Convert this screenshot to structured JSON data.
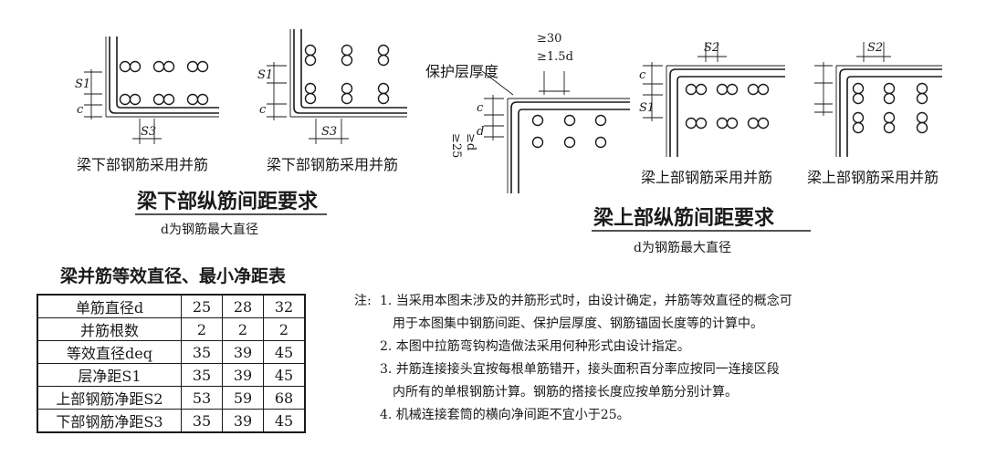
{
  "figure_lower": {
    "caption_left": "梁下部钢筋采用并筋",
    "caption_right": "梁下部钢筋采用并筋",
    "title": "梁下部纵筋间距要求",
    "subtitle": "d为钢筋最大直径",
    "dims": {
      "s1": "S1",
      "c": "c",
      "s3": "S3"
    }
  },
  "figure_upper": {
    "cover_label": "保护层厚度",
    "dim_top_1": "≥30",
    "dim_top_2": "≥1.5d",
    "dim_side_1": "≥25",
    "dim_side_2": "≥d",
    "caption_left": "梁上部钢筋采用并筋",
    "caption_right": "梁上部钢筋采用并筋",
    "title": "梁上部纵筋间距要求",
    "subtitle": "d为钢筋最大直径",
    "dims": {
      "c": "c",
      "s1": "S1",
      "s2": "S2",
      "d": "d"
    }
  },
  "table": {
    "title": "梁并筋等效直径、最小净距表",
    "rows": [
      {
        "label": "单筋直径d",
        "values": [
          "25",
          "28",
          "32"
        ]
      },
      {
        "label": "并筋根数",
        "values": [
          "2",
          "2",
          "2"
        ]
      },
      {
        "label": "等效直径deq",
        "values": [
          "35",
          "39",
          "45"
        ]
      },
      {
        "label": "层净距S1",
        "values": [
          "35",
          "39",
          "45"
        ]
      },
      {
        "label": "上部钢筋净距S2",
        "values": [
          "53",
          "59",
          "68"
        ]
      },
      {
        "label": "下部钢筋净距S3",
        "values": [
          "35",
          "39",
          "45"
        ]
      }
    ]
  },
  "notes": {
    "label": "注:",
    "items": [
      "1. 当采用本图未涉及的并筋形式时，由设计确定，并筋等效直径的概念可",
      "用于本图集中钢筋间距、保护层厚度、钢筋锚固长度等的计算中。",
      "2. 本图中拉筋弯钩构造做法采用何种形式由设计指定。",
      "3. 并筋连接接头宜按每根单筋错开，接头面积百分率应按同一连接区段",
      "内所有的单根钢筋计算。钢筋的搭接长度应按单筋分别计算。",
      "4. 机械连接套筒的横向净间距不宜小于25。"
    ]
  }
}
